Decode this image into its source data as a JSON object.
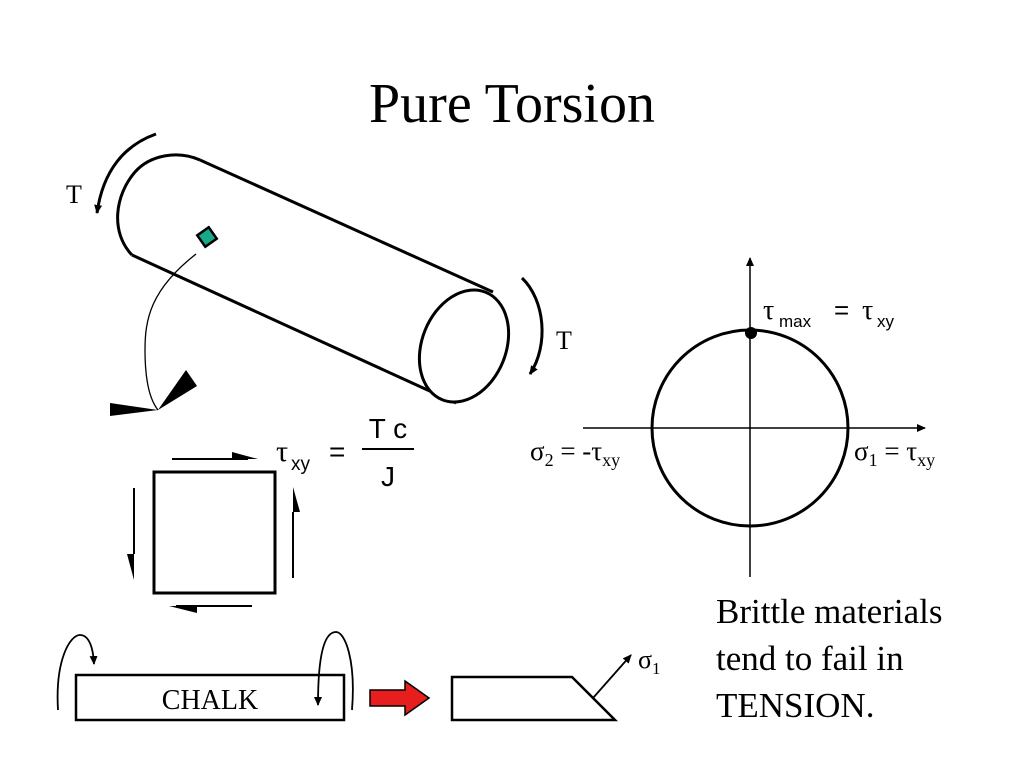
{
  "title": "Pure Torsion",
  "torque_label": "T",
  "formula": {
    "tau": "τ",
    "tau_sub": "xy",
    "equals": "=",
    "numerator": "T c",
    "denominator": "J"
  },
  "mohr_circle": {
    "top_label": {
      "tau": "τ",
      "sub": "max",
      "equals": "=",
      "tau2": "τ",
      "sub2": "xy"
    },
    "left_label": {
      "sigma": "σ",
      "sub": "2",
      "rest": " = -τ",
      "sub2": "xy"
    },
    "right_label": {
      "sigma": "σ",
      "sub": "1",
      "rest": " = τ",
      "sub2": "xy"
    }
  },
  "chalk_label": "CHALK",
  "failure_stress": {
    "sigma": "σ",
    "sub": "1"
  },
  "note_lines": [
    "Brittle materials",
    "tend to fail in",
    "TENSION."
  ],
  "colors": {
    "element_fill": "#1aa88a",
    "arrow_fill": "#e61e1e"
  }
}
